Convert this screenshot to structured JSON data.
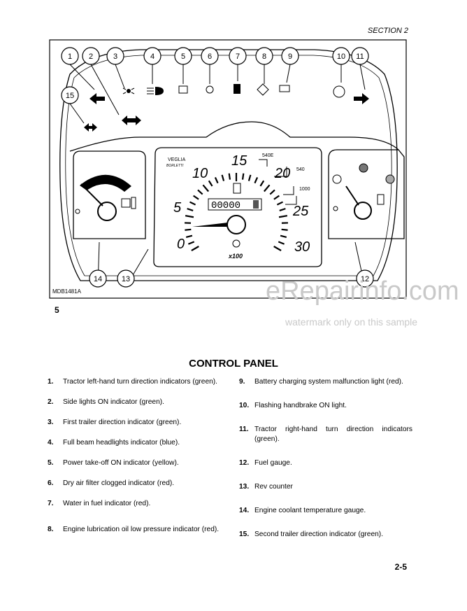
{
  "header": {
    "section": "SECTION 2"
  },
  "figure": {
    "id": "MDB1481A",
    "number": "5",
    "callouts": [
      "1",
      "2",
      "3",
      "4",
      "5",
      "6",
      "7",
      "8",
      "9",
      "10",
      "11",
      "12",
      "13",
      "14",
      "15"
    ],
    "gauge": {
      "brand": "VEGLIA",
      "brand2": "BORLETTI",
      "scale": [
        "0",
        "5",
        "10",
        "15",
        "20",
        "25",
        "30"
      ],
      "multiplier": "x100",
      "odometer": "00000",
      "pto_marks": [
        "540E",
        "540",
        "1000"
      ]
    }
  },
  "watermark": {
    "main": "eRepairinfo.com",
    "sub": "watermark only on this sample"
  },
  "title": "CONTROL PANEL",
  "items_left": [
    {
      "n": "1.",
      "t": "Tractor left-hand turn direction indicators (green)."
    },
    {
      "n": "2.",
      "t": "Side lights ON indicator (green)."
    },
    {
      "n": "3.",
      "t": "First trailer direction indicator (green)."
    },
    {
      "n": "4.",
      "t": "Full beam headlights indicator (blue)."
    },
    {
      "n": "5.",
      "t": "Power take-off ON indicator (yellow)."
    },
    {
      "n": "6.",
      "t": "Dry air filter clogged indicator (red)."
    },
    {
      "n": "7.",
      "t": "Water in fuel indicator (red)."
    },
    {
      "n": "8.",
      "t": "Engine lubrication oil low pressure indicator (red)."
    }
  ],
  "items_right": [
    {
      "n": "9.",
      "t": "Battery charging system malfunction light (red)."
    },
    {
      "n": "10.",
      "t": "Flashing handbrake ON light."
    },
    {
      "n": "11.",
      "t": "Tractor right-hand turn direction indicators (green)."
    },
    {
      "n": "12.",
      "t": "Fuel gauge."
    },
    {
      "n": "13.",
      "t": "Rev counter"
    },
    {
      "n": "14.",
      "t": "Engine coolant temperature gauge."
    },
    {
      "n": "15.",
      "t": "Second trailer direction indicator (green)."
    }
  ],
  "page_number": "2-5"
}
